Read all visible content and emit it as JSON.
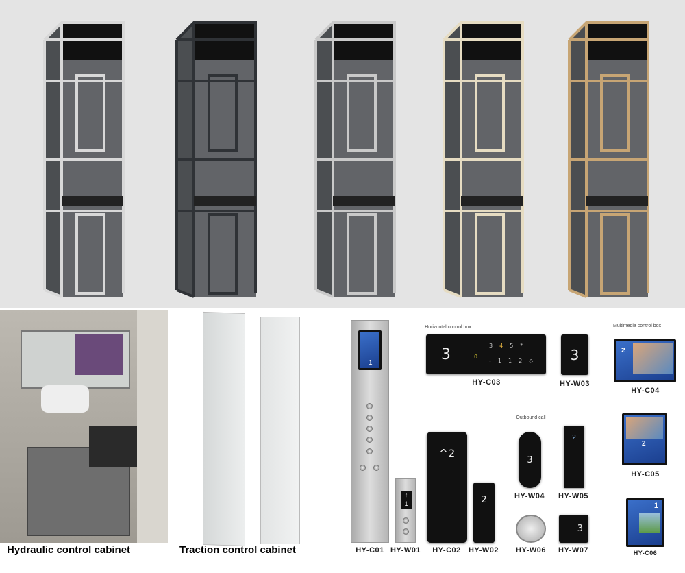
{
  "elevators": [
    {
      "name": "silver-frame",
      "frame": "#d8d8d8"
    },
    {
      "name": "dark-frame",
      "frame": "#2f3236"
    },
    {
      "name": "steel-frame",
      "frame": "#c9c9c9"
    },
    {
      "name": "champagne-frame",
      "frame": "#e6dcc2"
    },
    {
      "name": "gold-frame",
      "frame": "#c7a574"
    }
  ],
  "cabinets": {
    "hydraulic_label": "Hydraulic control cabinet",
    "traction_label": "Traction control cabinet"
  },
  "sections": {
    "horizontal": "Horizontal control box",
    "multimedia": "Multimedia control box",
    "outbound": "Outbound call"
  },
  "models": {
    "c01": "HY-C01",
    "w01": "HY-W01",
    "c02": "HY-C02",
    "w02": "HY-W02",
    "c03": "HY-C03",
    "w03": "HY-W03",
    "c04": "HY-C04",
    "c05": "HY-C05",
    "c06": "HY-C06",
    "w04": "HY-W04",
    "w05": "HY-W05",
    "w06": "HY-W06",
    "w07": "HY-W07"
  },
  "displays": {
    "c03_floor": "3",
    "c03_buttons": [
      "3",
      "4",
      "5",
      "*",
      "0",
      "-1",
      "1",
      "2",
      "◇"
    ],
    "w03_floor": "3",
    "c02_floor": "2",
    "w02_floor": "2",
    "w01_floor": "1",
    "w07_floor": "3",
    "c04_floor": "2",
    "c05_floor": "2",
    "c06_floor": "1",
    "w04_floor": "3",
    "w05_floor": "2"
  }
}
